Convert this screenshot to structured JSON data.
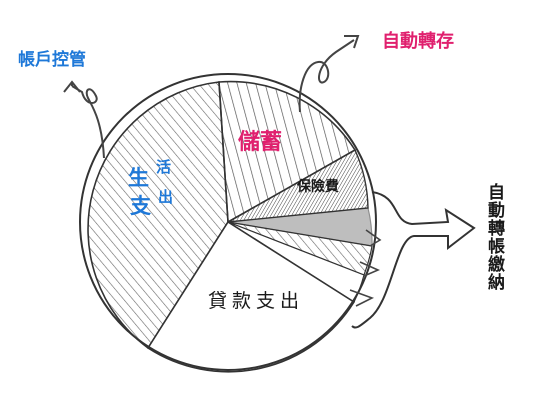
{
  "labels": {
    "account_control": "帳戶控管",
    "auto_transfer": "自動轉存",
    "savings": "儲蓄",
    "living_expenses": "生活支出",
    "insurance": "保險費",
    "loan_expenses": "貸款支出",
    "auto_bill_pay": "自動轉帳繳納"
  },
  "colors": {
    "account_control": "#1e78d8",
    "auto_transfer": "#e0206e",
    "savings": "#e0206e",
    "living_expenses": "#1e78d8",
    "ink": "#1a1a1a"
  }
}
